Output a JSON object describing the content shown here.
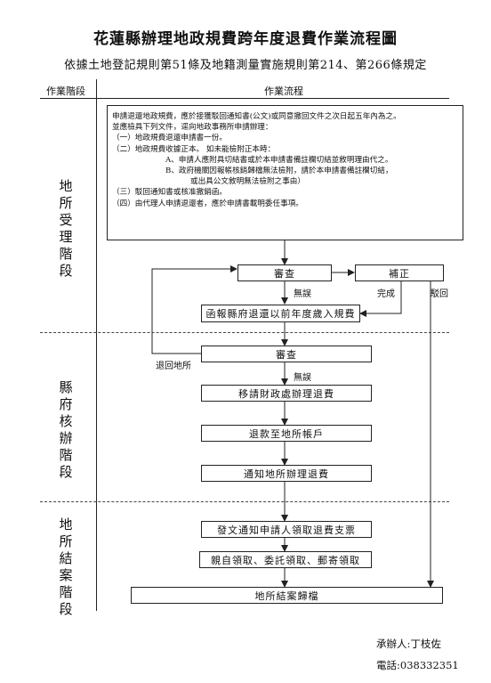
{
  "title": "花蓮縣辦理地政規費跨年度退費作業流程圖",
  "subtitle": "依據土地登記規則第51條及地籍測量實施規則第214、第266條規定",
  "header": {
    "stage_col": "作業階段",
    "flow_col": "作業流程"
  },
  "stages": [
    {
      "chars": [
        "地",
        "所",
        "受",
        "理",
        "階",
        "段"
      ]
    },
    {
      "chars": [
        "縣",
        "府",
        "核",
        "辦",
        "階",
        "段"
      ]
    },
    {
      "chars": [
        "地",
        "所",
        "結",
        "案",
        "階",
        "段"
      ]
    }
  ],
  "note_lines": [
    "申請退還地政規費，應於接獲駁回通知書(公文)或同意撤回文件之次日起五年內為之。",
    "並應檢具下列文件，逕向地政事務所申請辦理：",
    "（一）地政規費退還申請書一份。",
    "（二）地政規費收據正本。  如未能檢附正本時：",
    "A、申請人應附具切結書或於本申請書備註欄切結並敘明理由代之。",
    "B、政府機關因報帳核銷歸檔無法檢附，請於本申請書備註欄切結，",
    "或出具公文敘明無法檢附之事由）",
    "（三）駁回通知書或核准撤銷函。",
    "（四）由代理人申請退還者，應於申請書載明委任事項。"
  ],
  "boxes": {
    "review1": "審查",
    "correct": "補正",
    "report": "函報縣府退還以前年度歲入規費",
    "review2": "審查",
    "transfer": "移請財政處辦理退費",
    "refund": "退款至地所帳戶",
    "notify": "通知地所辦理退費",
    "issue": "發文通知申請人領取退費支票",
    "collect": "親自領取、委託領取、郵寄領取",
    "archive": "地所結案歸檔"
  },
  "labels": {
    "no_error_1": "無誤",
    "done": "完成",
    "rejected": "駁回",
    "return_office": "退回地所",
    "no_error_2": "無誤"
  },
  "footer": {
    "handler": "承辦人:丁枝佐",
    "phone": "電話:038332351"
  }
}
